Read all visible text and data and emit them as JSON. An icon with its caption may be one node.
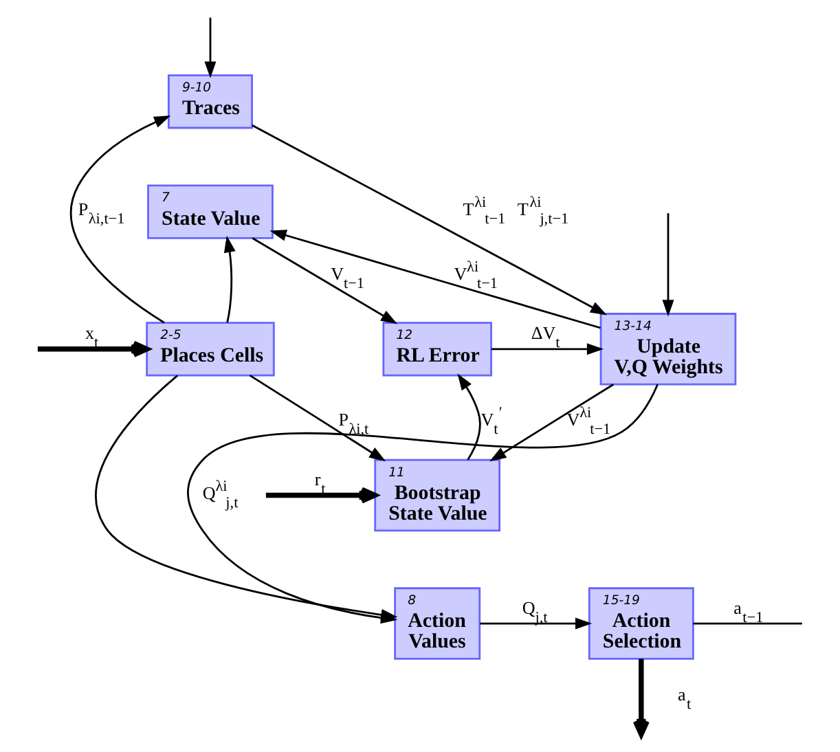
{
  "diagram": {
    "nodes": [
      {
        "text": [
          "2-5",
          "Places Cells"
        ]
      },
      {
        "text": [
          "9-10",
          "Traces"
        ]
      },
      {
        "text": [
          "7",
          "State Value"
        ]
      },
      {
        "text": [
          "12",
          "RL Error"
        ]
      },
      {
        "text": [
          "13-14",
          "Update V,Q Weights"
        ]
      },
      {
        "text": [
          "11",
          "Bootstrap State Value"
        ]
      },
      {
        "text": [
          "8",
          "Action Values"
        ]
      },
      {
        "text": [
          "15-19",
          "Action Selection"
        ]
      }
    ],
    "edges": [
      {
        "from": null,
        "to": 0,
        "arrow": "to",
        "label": "x⃗$_{t}$",
        "style": "thick"
      },
      {
        "from": 0,
        "to": 1,
        "arrow": "to",
        "label": "P$_{λi,t−1}$"
      },
      {
        "from": 0,
        "to": 2,
        "arrow": "to"
      },
      {
        "from": 0,
        "to": 5,
        "arrow": "to",
        "label": "P$_{λi,t}$"
      },
      {
        "from": 0,
        "to": 6,
        "arrow": "to"
      },
      {
        "from": 1,
        "to": 4,
        "arrow": "to",
        "label": "T$^{λi}$$_{t−1}$ T$^{λi}$$_{j,t−1}$"
      },
      {
        "from": 4,
        "to": 2,
        "arrow": "to",
        "label": "V$^{λi}$$_{t−1}$"
      },
      {
        "from": 2,
        "to": 3,
        "arrow": "to",
        "label": "V$_{t−1}$"
      },
      {
        "from": 3,
        "to": 4,
        "arrow": "to",
        "label": "ΔV$_{t}$"
      },
      {
        "from": 5,
        "to": 3,
        "arrow": "to",
        "label": "V$_{t}$$^{′}$"
      },
      {
        "from": 4,
        "to": 5,
        "arrow": "to",
        "label": "V$^{λi}$$_{t−1}$"
      },
      {
        "from": 4,
        "to": 6,
        "arrow": "to",
        "label": "Q$^{λi}$$_{j,t}$"
      },
      {
        "from": null,
        "to": 5,
        "arrow": "to",
        "label": "r$_{t}$",
        "style": "thick"
      },
      {
        "from": 6,
        "to": 7,
        "arrow": "to",
        "label": "Q$_{j,t}$"
      },
      {
        "from": 7,
        "to": null,
        "arrow": "none",
        "label": "a$_{t−1}$"
      },
      {
        "from": null,
        "to": 1,
        "arrow": "to"
      },
      {
        "from": null,
        "to": 4,
        "arrow": "to"
      },
      {
        "from": 7,
        "to": null,
        "arrow": "to",
        "label": "a$_{t}$",
        "style": "thick"
      }
    ]
  }
}
